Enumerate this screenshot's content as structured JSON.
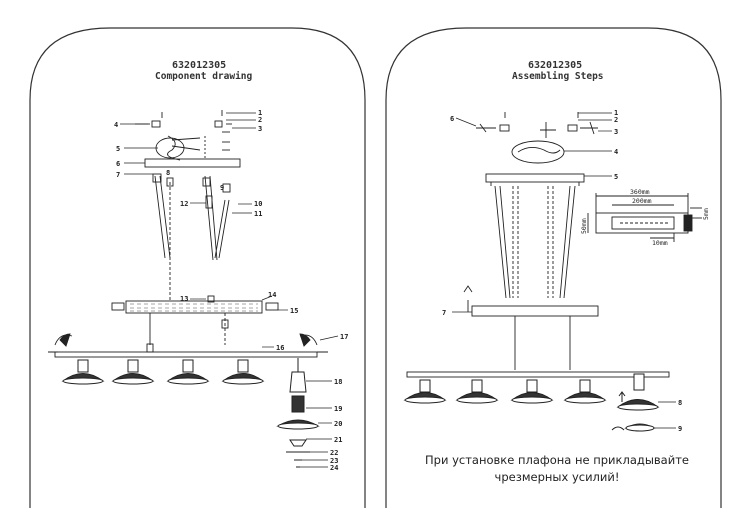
{
  "left_panel": {
    "code": "632012305",
    "title": "Component drawing",
    "part_numbers": [
      "1",
      "2",
      "3",
      "4",
      "5",
      "6",
      "7",
      "8",
      "9",
      "10",
      "11",
      "12",
      "13",
      "14",
      "15",
      "16",
      "17",
      "18",
      "19",
      "20",
      "21",
      "22",
      "23",
      "24"
    ]
  },
  "right_panel": {
    "code": "632012305",
    "title": "Assembling Steps",
    "part_numbers": [
      "1",
      "2",
      "3",
      "4",
      "5",
      "6",
      "7",
      "8",
      "9"
    ],
    "dimensions": {
      "total": "360mm",
      "inner": "200mm",
      "height": "50mm",
      "depth": "5mm",
      "offset": "10mm"
    },
    "warning_line1": "При установке плафона не прикладывайте",
    "warning_line2": "чрезмерных усилий!"
  },
  "colors": {
    "line": "#222222",
    "panel_border": "#333333",
    "shade_fill": "#333333"
  }
}
